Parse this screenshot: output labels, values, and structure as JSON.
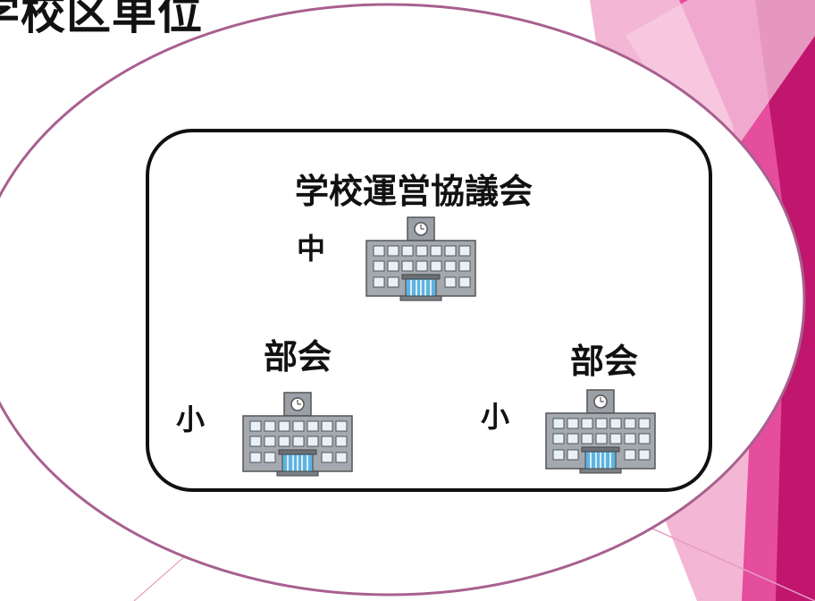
{
  "slide": {
    "title": "学校区単位",
    "council_title": "学校運営協議会",
    "subcommittee_left": "部会",
    "subcommittee_right": "部会",
    "school_tags": {
      "junior_high": "中",
      "elementary_left": "小",
      "elementary_right": "小"
    }
  },
  "icons": [
    "school-building-icon",
    "clock-icon"
  ],
  "colors": {
    "ellipse_border": "#a8608f",
    "accent_magenta": "#c0166e",
    "accent_pink": "#e54d9d",
    "accent_light_pink": "#f3b6d4",
    "text": "#111111"
  }
}
